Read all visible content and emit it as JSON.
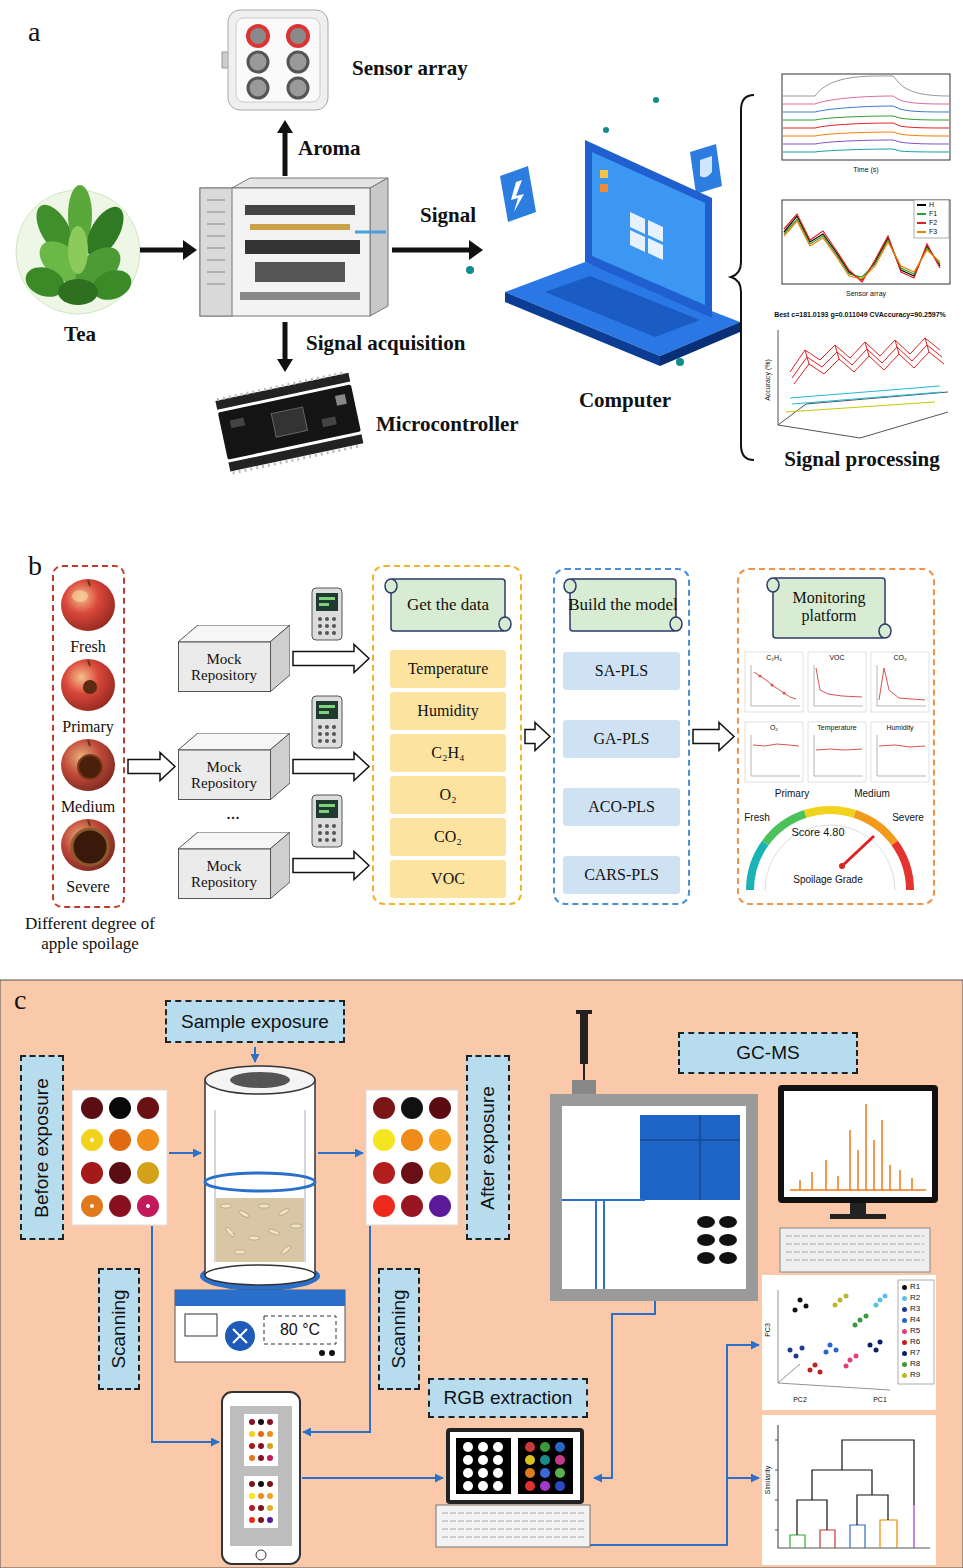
{
  "diagram": {
    "nodes": [
      {
        "text": [
          "Fresh",
          "Primary",
          "Medium",
          "Severe",
          "Different degree of apple spoilage"
        ]
      },
      {
        "text": [
          "Mock Repository"
        ]
      },
      {
        "text": [
          "Mock Repository"
        ]
      },
      {
        "text": [
          "Mock Repository"
        ]
      },
      {
        "text": [
          "Get the data"
        ]
      },
      {
        "text": [
          "Temperature"
        ],
        "in": 4
      },
      {
        "text": [
          "Humidity"
        ],
        "in": 4
      },
      {
        "text": [
          "C₂H₄"
        ],
        "in": 4
      },
      {
        "text": [
          "O₂"
        ],
        "in": 4
      },
      {
        "text": [
          "CO₂"
        ],
        "in": 4
      },
      {
        "text": [
          "VOC"
        ],
        "in": 4
      },
      {
        "text": [
          "Build the model"
        ]
      },
      {
        "text": [
          "SA-PLS"
        ],
        "in": 11
      },
      {
        "text": [
          "GA-PLS"
        ],
        "in": 11
      },
      {
        "text": [
          "ACO-PLS"
        ],
        "in": 11
      },
      {
        "text": [
          "CARS-PLS"
        ],
        "in": 11
      },
      {
        "text": [
          "Monitoring platform"
        ]
      },
      {
        "text": [
          "Sample exposure"
        ]
      },
      {
        "text": [
          "Before exposure"
        ]
      },
      {
        "text": [
          "After exposure"
        ]
      },
      {
        "text": [
          "Scanning"
        ]
      },
      {
        "text": [
          "Scanning"
        ]
      },
      {
        "text": [
          "GC-MS"
        ]
      },
      {
        "text": [
          "RGB extraction"
        ]
      }
    ],
    "edges": [
      {
        "from": 0,
        "to": 2,
        "arrow": "to"
      },
      {
        "from": 1,
        "to": 4,
        "arrow": "to"
      },
      {
        "from": 2,
        "to": 4,
        "arrow": "to"
      },
      {
        "from": 3,
        "to": 4,
        "arrow": "to"
      },
      {
        "from": 4,
        "to": 11,
        "arrow": "to"
      },
      {
        "from": 11,
        "to": 16,
        "arrow": "to"
      }
    ],
    "labels": [
      "a",
      "Sensor array",
      "Aroma",
      "Tea",
      "Signal",
      "Signal acquisition",
      "Microcontroller",
      "Computer",
      "Signal processing",
      "Best c=181.0193 g=0.011049 CVAccuracy=90.2597%",
      "Time (s)",
      "Sensor array",
      "Accuracy (%)",
      "b",
      "...",
      "C₂H₄",
      "VOC",
      "CO₂",
      "O₂",
      "Temperature",
      "Humidity",
      "Primary",
      "Medium",
      "Fresh",
      "Severe",
      "Score 4.80",
      "Spoilage Grade",
      "c",
      "80 °C",
      "PC1",
      "PC2",
      "PC3",
      "Similarity"
    ],
    "legend": [
      {
        "text": "H",
        "color": "#000000"
      },
      {
        "text": "F1",
        "color": "#2ca02c"
      },
      {
        "text": "F2",
        "color": "#e02020"
      },
      {
        "text": "F3",
        "color": "#f08000"
      },
      {
        "text": "R1",
        "color": "#111111"
      },
      {
        "text": "R2",
        "color": "#5bc0e8"
      },
      {
        "text": "R3",
        "color": "#1f3a93"
      },
      {
        "text": "R4",
        "color": "#2a66c8"
      },
      {
        "text": "R5",
        "color": "#e0407a"
      },
      {
        "text": "R6",
        "color": "#c02020"
      },
      {
        "text": "R7",
        "color": "#0a1f6b"
      },
      {
        "text": "R8",
        "color": "#3a9a3a"
      },
      {
        "text": "R9",
        "color": "#b8b830"
      }
    ]
  }
}
